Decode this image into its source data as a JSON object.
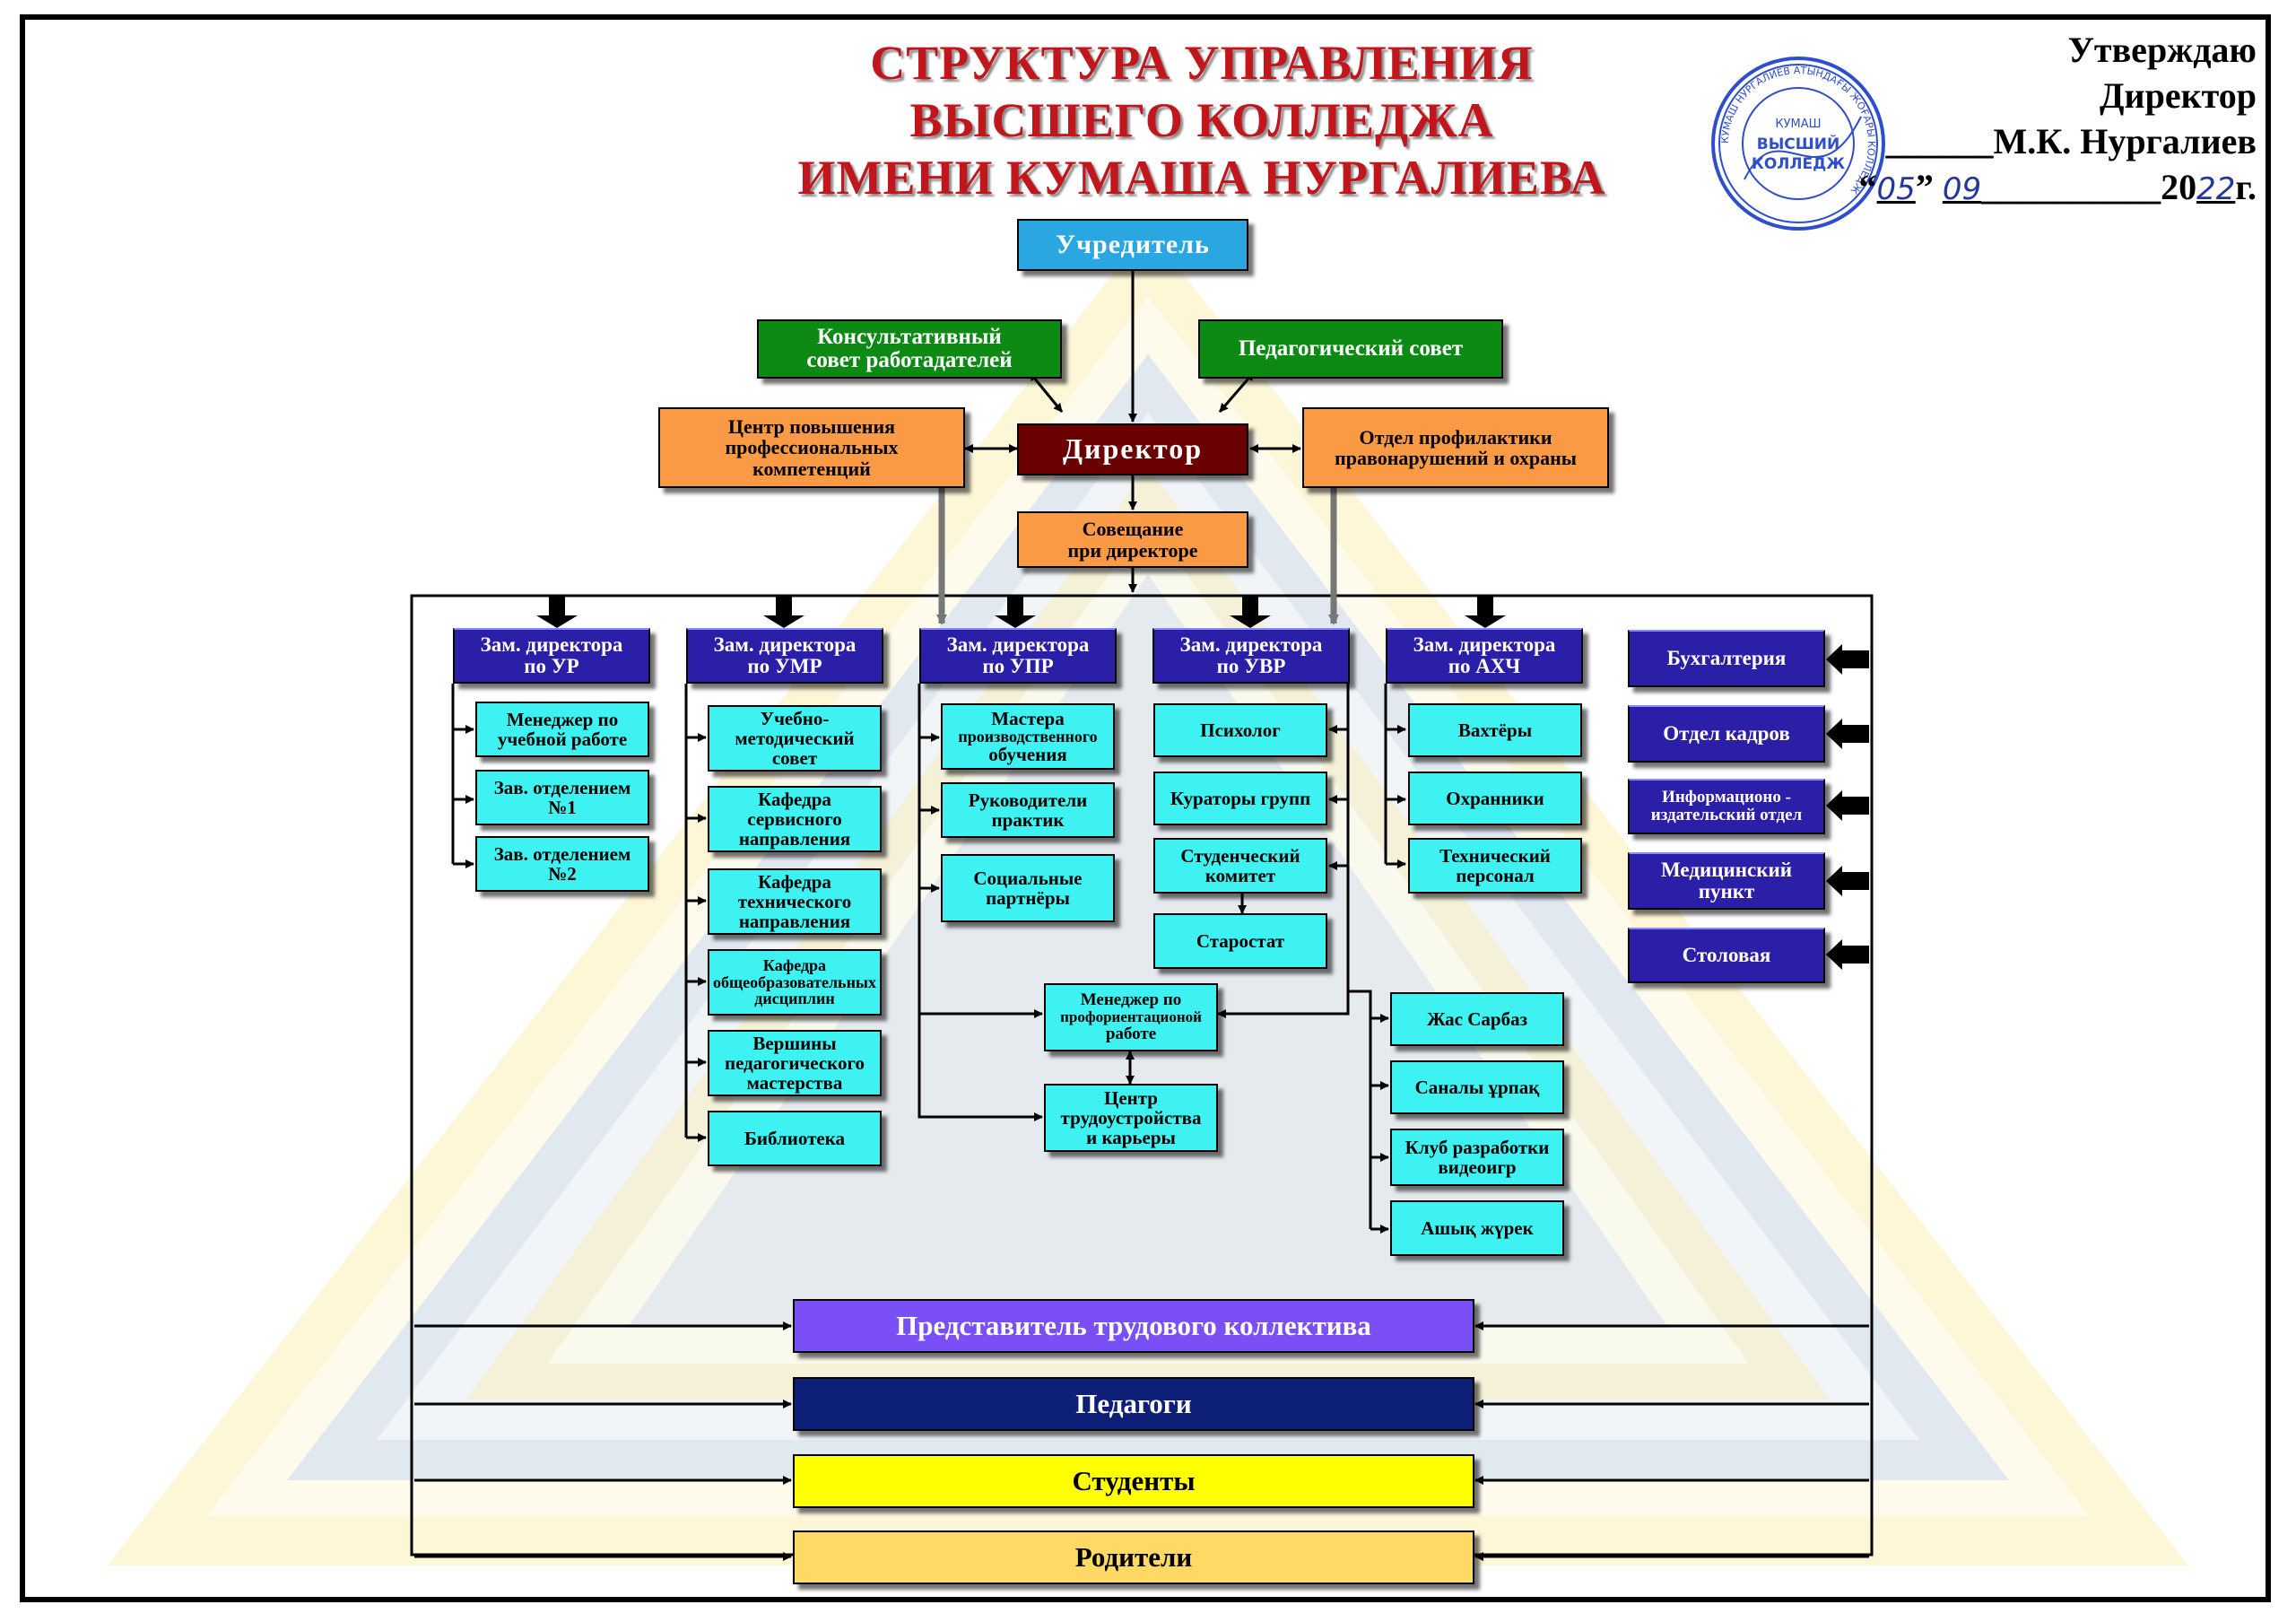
{
  "title": [
    "СТРУКТУРА УПРАВЛЕНИЯ",
    "ВЫСШЕГО КОЛЛЕДЖА",
    "ИМЕНИ КУМАША НУРГАЛИЕВА"
  ],
  "approval": {
    "line1": "Утверждаю",
    "line2": "Директор",
    "line3_blank": "______",
    "line3_name": "М.К. Нургалиев",
    "date_open": "“",
    "date_day": "05",
    "date_mid": "”  ",
    "date_month": "09",
    "date_blank": "__________",
    "date_year_prefix": "20",
    "date_year": "22",
    "date_suffix": "г."
  },
  "seal": {
    "ring_text": "КУМАШ НУРГАЛИЕВ АТЫНДАҒЫ ЖОҒАРЫ КОЛЛЕДЖ",
    "center_line1": "КУМАШ",
    "center_line2": "ВЫСШИЙ",
    "center_line3": "КОЛЛЕДЖ",
    "color": "#2f4ecb"
  },
  "top": {
    "founder": "Учредитель",
    "consult": [
      "Консультативный",
      "совет работадателей"
    ],
    "ped_council": "Педагогический совет",
    "center_prof": [
      "Центр повышения",
      "профессиональных",
      "компетенций"
    ],
    "director": "Директор",
    "dept_prev": [
      "Отдел профилактики",
      "правонарушений и охраны"
    ],
    "meeting": [
      "Совещание",
      "при директоре"
    ]
  },
  "deputies": {
    "ur": [
      "Зам. директора",
      "по УР"
    ],
    "umr": [
      "Зам. директора",
      "по УМР"
    ],
    "upr": [
      "Зам. директора",
      "по УПР"
    ],
    "uvr": [
      "Зам. директора",
      "по УВР"
    ],
    "ahch": [
      "Зам. директора",
      "по АХЧ"
    ]
  },
  "ur_items": [
    [
      "Менеджер по",
      "учебной работе"
    ],
    [
      "Зав. отделением",
      "№1"
    ],
    [
      "Зав. отделением",
      "№2"
    ]
  ],
  "umr_items": [
    [
      "Учебно-",
      "методический",
      "совет"
    ],
    [
      "Кафедра",
      "сервисного",
      "направления"
    ],
    [
      "Кафедра",
      "технического",
      "направления"
    ],
    [
      "Кафедра",
      "общеобразовательных",
      "дисциплин"
    ],
    [
      "Вершины",
      "педагогического",
      "мастерства"
    ],
    [
      "Библиотека"
    ]
  ],
  "upr_items": [
    [
      "Мастера",
      "производственного",
      "обучения"
    ],
    [
      "Руководители",
      "практик"
    ],
    [
      "Социальные",
      "партнёры"
    ]
  ],
  "uvr_items": [
    [
      "Психолог"
    ],
    [
      "Кураторы групп"
    ],
    [
      "Студенческий",
      "комитет"
    ],
    [
      "Старостат"
    ]
  ],
  "ahch_items": [
    [
      "Вахтёры"
    ],
    [
      "Охранники"
    ],
    [
      "Технический",
      "персонал"
    ]
  ],
  "center_items": [
    [
      "Менеджер по",
      "профориентационой",
      "работе"
    ],
    [
      "Центр",
      "трудоустройства",
      "и карьеры"
    ]
  ],
  "clubs": [
    [
      "Жас Сарбаз"
    ],
    [
      "Саналы ұрпақ"
    ],
    [
      "Клуб разработки",
      "видеоигр"
    ],
    [
      "Ашық жүрек"
    ]
  ],
  "services": [
    [
      "Бухгалтерия"
    ],
    [
      "Отдел кадров"
    ],
    [
      "Информационо -",
      "издательский отдел"
    ],
    [
      "Медицинский",
      "пункт"
    ],
    [
      "Столовая"
    ]
  ],
  "bottom": {
    "rep": "Представитель трудового коллектива",
    "teachers": "Педагоги",
    "students": "Студенты",
    "parents": "Родители"
  },
  "colors": {
    "title": "#c0161c",
    "founder": "#2aa7e1",
    "green": "#0c8a14",
    "orange": "#fa9a45",
    "director": "#6b0000",
    "deputy": "#2a1fa6",
    "item": "#3ff2f2",
    "rep": "#7a4ff5",
    "teachers": "#0e1f77",
    "students": "#ffff00",
    "parents": "#ffd965"
  }
}
